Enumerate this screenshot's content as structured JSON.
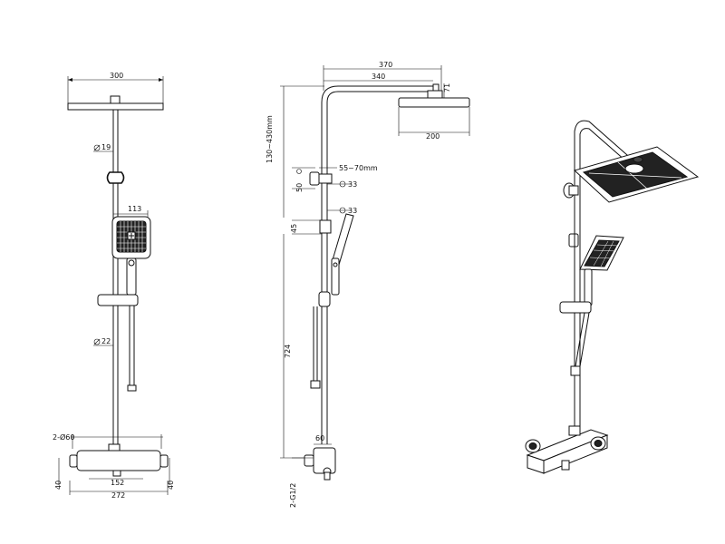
{
  "front_view": {
    "width_300": "300",
    "dia_19": "19",
    "width_113": "113",
    "dia_22": "22",
    "dia_60": "2-Ø60",
    "dia_40_left": "40",
    "dia_40_right": "40",
    "width_152": "152",
    "width_272": "272"
  },
  "side_view": {
    "width_370": "370",
    "width_340": "340",
    "height_71": "71",
    "width_200": "200",
    "range_130_430": "130~430mm",
    "dia_50": "50",
    "range_55_70": "55~70mm",
    "dia_33_a": "33",
    "dia_33_b": "33",
    "height_45": "45",
    "height_724": "724",
    "dim_60": "60",
    "thread": "2-G1/2",
    "circle_mark": "Ø"
  },
  "perspective_view": {}
}
